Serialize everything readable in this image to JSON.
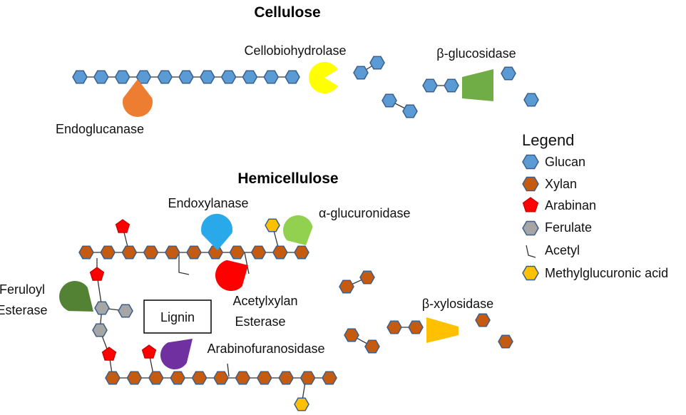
{
  "colors": {
    "glucan": "#5b9bd5",
    "xylan": "#c55a11",
    "arabinan": "#ff0000",
    "ferulate": "#a6a6a6",
    "methylglucuronic": "#ffc000",
    "hex_stroke": "#3a5f8a",
    "endoglucanase": "#ed7d31",
    "cellobiohydrolase": "#ffff00",
    "beta_glucosidase": "#70ad47",
    "endoxylanase": "#29a9ea",
    "alpha_glucuronidase": "#92d050",
    "acetylxylan_esterase": "#ff0000",
    "feruloyl_esterase": "#548235",
    "arabinofuranosidase": "#7030a0",
    "beta_xylosidase": "#ffc000"
  },
  "cellulose": {
    "title": "Cellulose",
    "enzymes": {
      "endoglucanase": "Endoglucanase",
      "cellobiohydrolase": "Cellobiohydrolase",
      "beta_glucosidase": "β-glucosidase"
    }
  },
  "hemicellulose": {
    "title": "Hemicellulose",
    "lignin": "Lignin",
    "enzymes": {
      "endoxylanase": "Endoxylanase",
      "alpha_glucuronidase": "α-glucuronidase",
      "feruloyl_esterase_1": "Feruloyl",
      "feruloyl_esterase_2": "Esterase",
      "acetylxylan_esterase_1": "Acetylxylan",
      "acetylxylan_esterase_2": "Esterase",
      "arabinofuranosidase": "Arabinofuranosidase",
      "beta_xylosidase": "β-xylosidase"
    }
  },
  "legend": {
    "title": "Legend",
    "items": [
      {
        "icon": "glucan-hexagon-icon",
        "label": "Glucan"
      },
      {
        "icon": "xylan-hexagon-icon",
        "label": "Xylan"
      },
      {
        "icon": "arabinan-pentagon-icon",
        "label": "Arabinan"
      },
      {
        "icon": "ferulate-hexagon-icon",
        "label": "Ferulate"
      },
      {
        "icon": "acetyl-line-icon",
        "label": "Acetyl"
      },
      {
        "icon": "methylglucuronic-hexagon-icon",
        "label": "Methylglucuronic acid"
      }
    ]
  }
}
